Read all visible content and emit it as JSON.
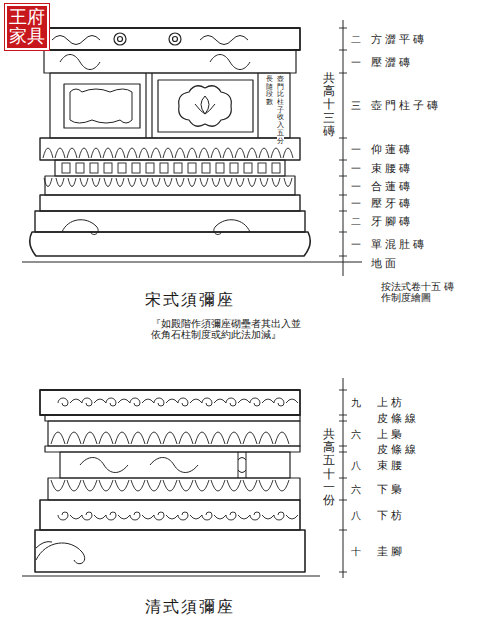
{
  "diagram": {
    "nodes": [
      {
        "text": [
          "王府家具"
        ]
      }
    ],
    "labels": [
      "宋式須彌座",
      "『如殿階作須彌座砌壘者其出入並依角石柱制度或約此法加減』",
      "按法式卷十五 磚作制度繪圖",
      "共高十三磚",
      "方澀平磚",
      "壓澀磚",
      "壺門柱子磚",
      "仰蓮磚",
      "束腰磚",
      "合蓮磚",
      "壓牙磚",
      "牙腳磚",
      "單混肚磚",
      "地面",
      "二",
      "一",
      "三",
      "一",
      "一",
      "一",
      "一",
      "二",
      "一",
      "壺門比柱子收入五分",
      "長隨段數",
      "清式須彌座",
      "共高五十一份",
      "上枋",
      "皮條線",
      "上梟",
      "皮條線",
      "束腰",
      "下梟",
      "下枋",
      "圭腳",
      "九",
      "六",
      "八",
      "六",
      "八",
      "十"
    ]
  }
}
